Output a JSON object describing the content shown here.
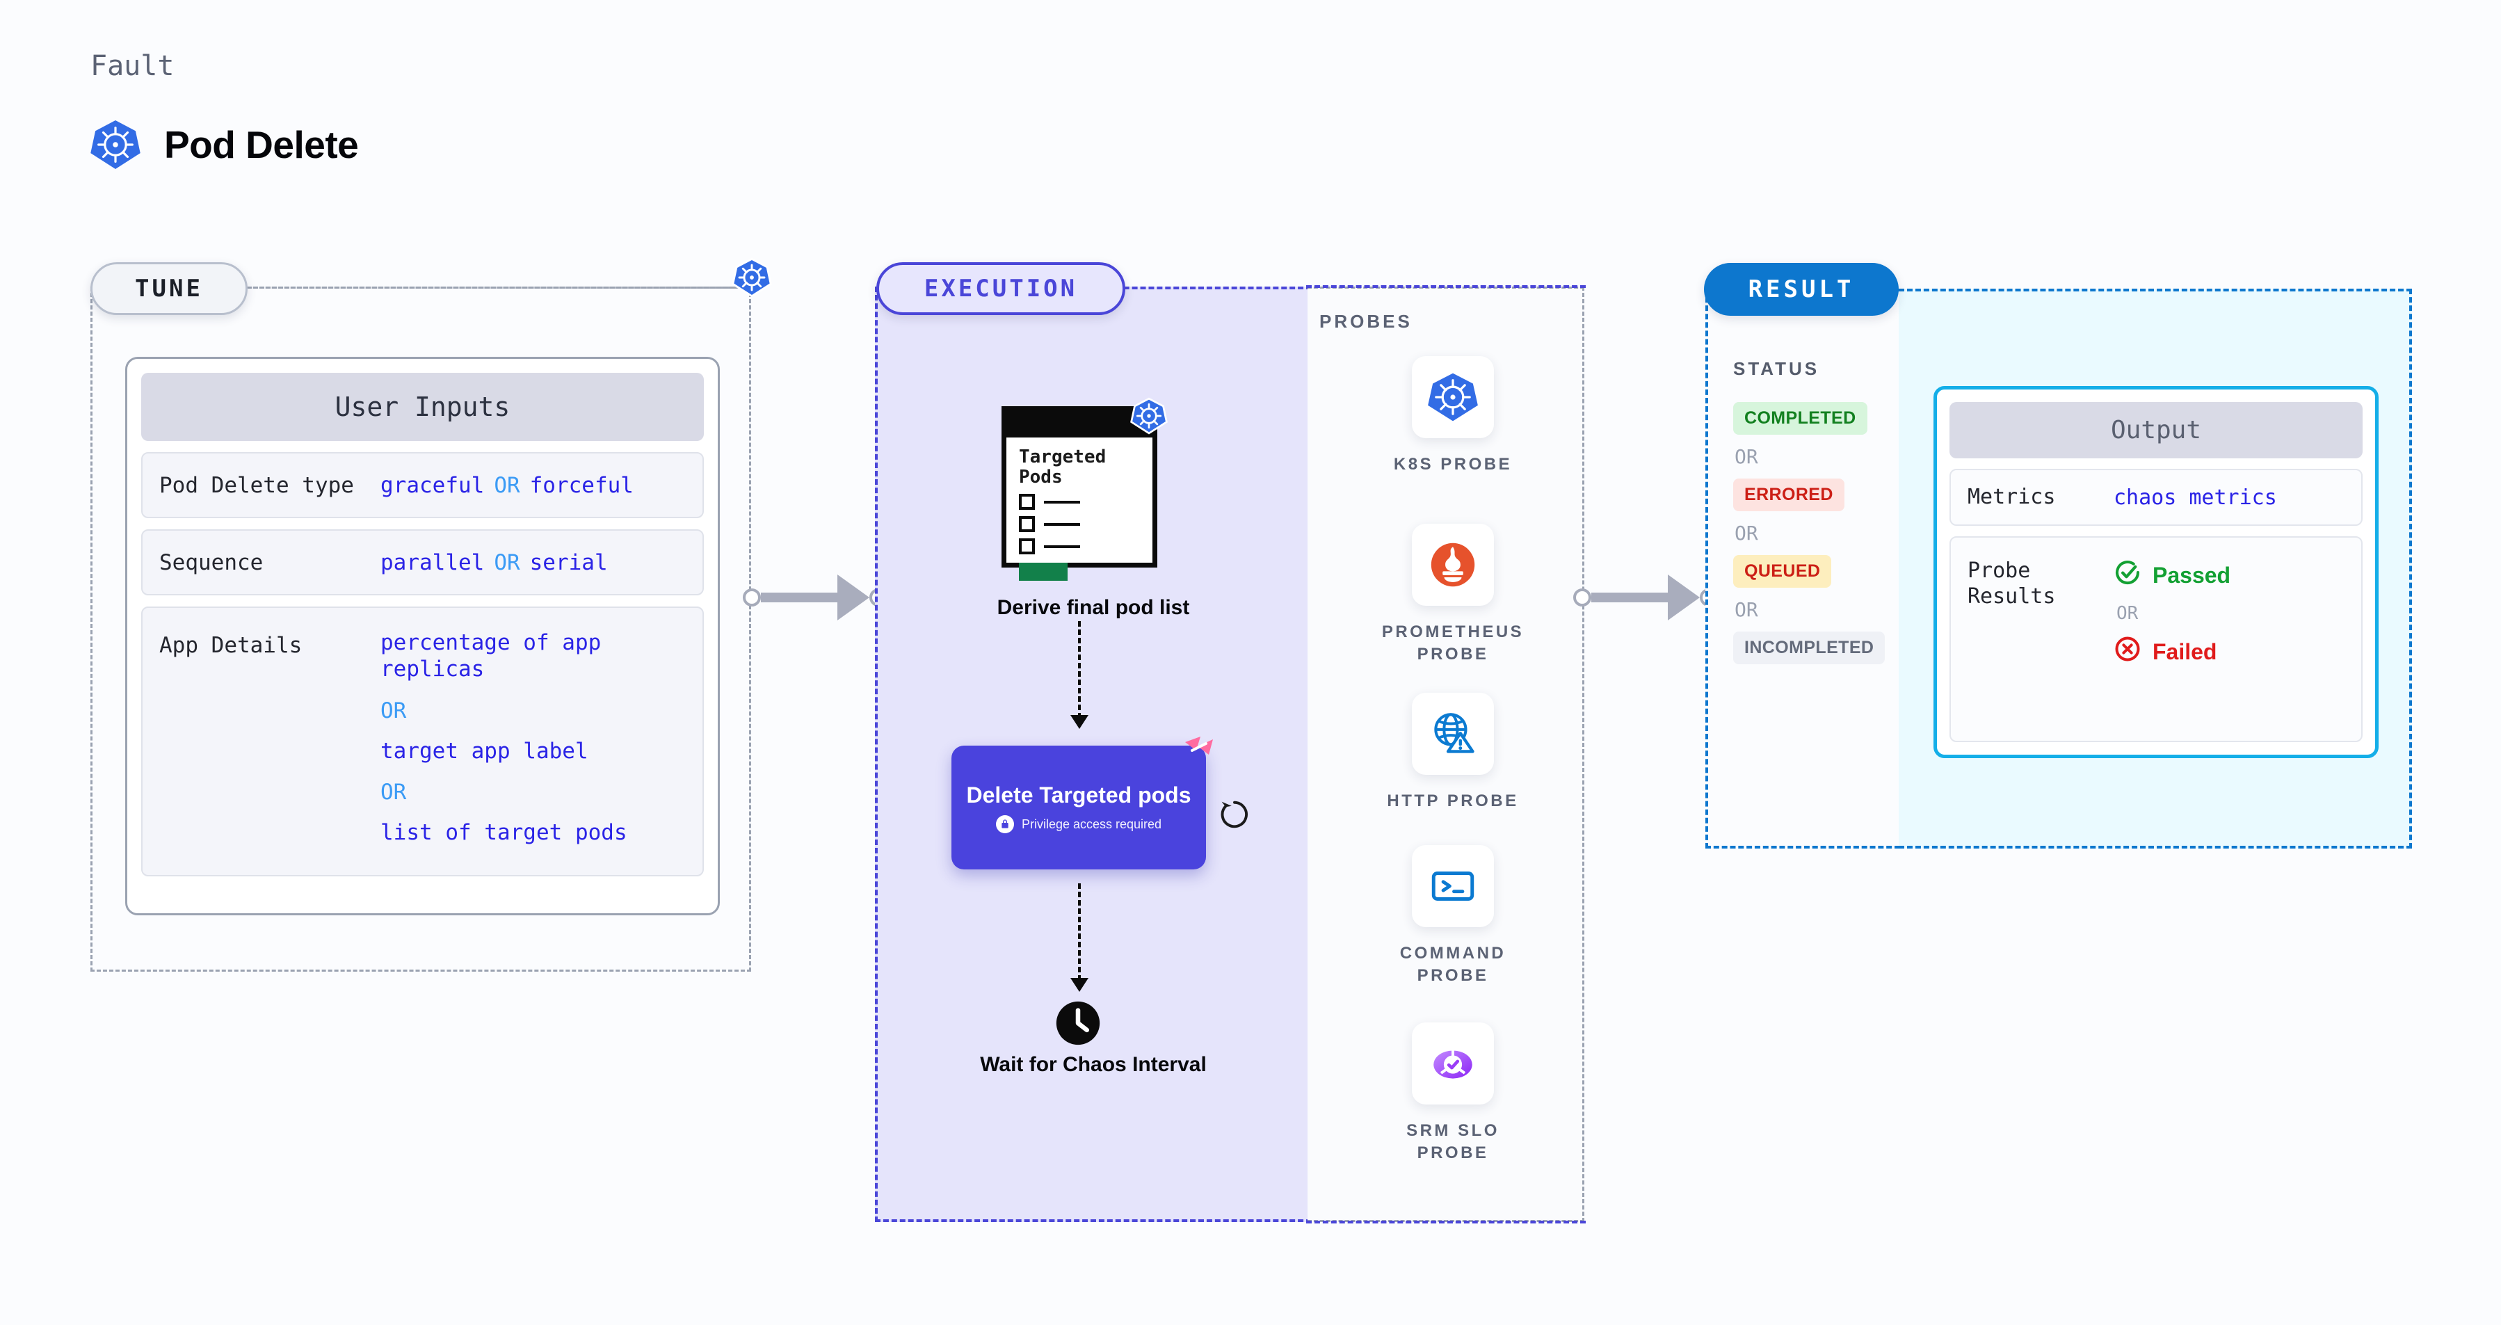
{
  "header": {
    "eyebrow": "Fault",
    "title": "Pod Delete",
    "icon": "kubernetes-icon"
  },
  "colors": {
    "tune_accent": "#9aa2b1",
    "execution_accent": "#4a46d8",
    "result_accent": "#0d77ce",
    "output_accent": "#14aee8",
    "delete_node": "#4a43dd",
    "harness_pink": "#ff6ba0",
    "value_blue": "#2a23e6",
    "or_blue": "#3b9bf5"
  },
  "tune": {
    "pill_label": "TUNE",
    "card_title": "User Inputs",
    "rows": [
      {
        "label": "Pod Delete type",
        "value_a": "graceful",
        "or": "OR",
        "value_b": "forceful"
      },
      {
        "label": "Sequence",
        "value_a": "parallel",
        "or": "OR",
        "value_b": "serial"
      }
    ],
    "app_details": {
      "label": "App Details",
      "options": [
        "percentage of app replicas",
        "target app label",
        "list of target pods"
      ],
      "or": "OR"
    }
  },
  "execution": {
    "pill_label": "EXECUTION",
    "pods_card": {
      "title_line1": "Targeted",
      "title_line2": "Pods",
      "icon": "kubernetes-icon",
      "checkbox_count": 3
    },
    "nodes": [
      {
        "caption": "Derive final pod list"
      },
      {
        "title": "Delete Targeted pods",
        "privilege_note": "Privilege access required",
        "lock_icon": "lock-icon",
        "badge_icon": "harness-icon",
        "retry_icon": "retry-icon"
      },
      {
        "caption": "Wait for Chaos Interval",
        "icon": "clock-icon"
      }
    ]
  },
  "probes": {
    "title": "PROBES",
    "items": [
      {
        "label": "K8S PROBE",
        "icon": "kubernetes-icon"
      },
      {
        "label": "PROMETHEUS PROBE",
        "icon": "prometheus-icon"
      },
      {
        "label": "HTTP PROBE",
        "icon": "globe-warning-icon"
      },
      {
        "label": "COMMAND PROBE",
        "icon": "terminal-icon"
      },
      {
        "label": "SRM SLO PROBE",
        "icon": "srm-slo-icon"
      }
    ]
  },
  "result": {
    "pill_label": "RESULT",
    "status_title": "STATUS",
    "or": "OR",
    "statuses": [
      {
        "label": "COMPLETED",
        "variant": "completed"
      },
      {
        "label": "ERRORED",
        "variant": "errored"
      },
      {
        "label": "QUEUED",
        "variant": "queued"
      },
      {
        "label": "INCOMPLETED",
        "variant": "incompleted"
      }
    ],
    "output": {
      "card_title": "Output",
      "metrics": {
        "label": "Metrics",
        "value": "chaos metrics"
      },
      "probe_results": {
        "label_line1": "Probe",
        "label_line2": "Results",
        "passed": "Passed",
        "or": "OR",
        "failed": "Failed",
        "pass_icon": "check-circle-icon",
        "fail_icon": "x-circle-icon"
      }
    }
  }
}
